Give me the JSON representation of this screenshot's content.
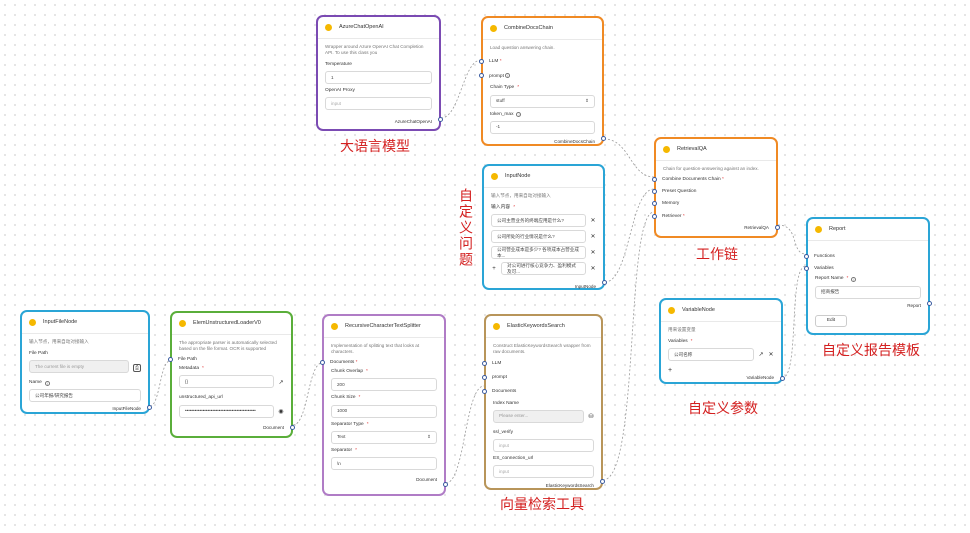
{
  "annotations": {
    "llm": "大语言模型",
    "custom_question": "自定义问题",
    "chain": "工作链",
    "report_template": "自定义报告模板",
    "custom_param": "自定义参数",
    "vector_tool": "向量检索工具"
  },
  "colors": {
    "azure": "#7b4bb3",
    "combine": "#f08a24",
    "input_node": "#2aa5d6",
    "retrieval": "#f08a24",
    "report": "#2aa5d6",
    "variable": "#2aa5d6",
    "input_file": "#2aa5d6",
    "elem": "#5aae3a",
    "splitter": "#b07cc6",
    "elastic": "#b8955a",
    "annotation": "#d42020",
    "dot": "#f5b800"
  },
  "azure": {
    "title": "AzureChatOpenAI",
    "desc": "Wrapper around Azure OpenAI Chat Completion API. To use this class you",
    "temperature_label": "Temperature",
    "temperature_value": "1",
    "proxy_label": "OpenAI Proxy",
    "proxy_placeholder": "input",
    "output": "AzureChatOpenAI"
  },
  "combine": {
    "title": "CombineDocsChain",
    "desc": "Load question answering chain.",
    "llm_label": "LLM",
    "prompt_label": "prompt",
    "chain_type_label": "Chain Type",
    "chain_type_value": "stuff",
    "token_max_label": "token_max",
    "token_max_value": "-1",
    "output": "CombineDocsChain"
  },
  "input_node": {
    "title": "InputNode",
    "desc": "输入节点，用来自动对接输入",
    "input_label": "输入内容",
    "items": [
      "公司主营业务的终端应用是什么?",
      "公司所处的行业情况是什么?",
      "公司营业成本是多少? 各项成本占营业成本...",
      "对公司进行核心竞争力、盈利模式及可..."
    ],
    "output": "InputNode"
  },
  "retrieval": {
    "title": "RetrievalQA",
    "desc": "Chain for question-answering against an index.",
    "ports": [
      "Combine Documents Chain",
      "Preset Question",
      "Memory",
      "Retriever"
    ],
    "output": "RetrievalQA"
  },
  "report": {
    "title": "Report",
    "ports": [
      "Functions",
      "Variables"
    ],
    "name_label": "Report Name",
    "name_value": "招商报告",
    "output": "Report",
    "edit_label": "Edit"
  },
  "variable": {
    "title": "VariableNode",
    "desc": "用来设置变量",
    "vars_label": "Variables",
    "var_value": "公司名称",
    "plus": "+",
    "output": "VariableNode"
  },
  "input_file": {
    "title": "InputFileNode",
    "desc": "输入节点，用来自动对接输入",
    "file_path_label": "File Path",
    "file_path_placeholder": "The current file is empty",
    "name_label": "Name",
    "name_value": "公司年报/研究报告",
    "output": "InputFileNode"
  },
  "elem": {
    "title": "ElemUnstructuredLoaderV0",
    "desc": "The appropriate parser is automatically selected based on the file format. OCR is supported",
    "file_path_label": "File Path",
    "metadata_label": "Metadata",
    "metadata_value": "{}",
    "api_label": "unstructured_api_url",
    "api_value": "••••••••••••••••••••••••••••••••••••••••••••",
    "output": "Document"
  },
  "splitter": {
    "title": "RecursiveCharacterTextSplitter",
    "desc": "Implementation of splitting text that looks at characters.",
    "documents_label": "Documents",
    "overlap_label": "Chunk Overlap",
    "overlap_value": "200",
    "size_label": "Chunk Size",
    "size_value": "1000",
    "sep_type_label": "Separator Type",
    "sep_type_value": "Text",
    "sep_label": "Separator",
    "sep_value": "\\n",
    "output": "Document"
  },
  "elastic": {
    "title": "ElasticKeywordsSearch",
    "desc": "Construct ElasticKeywordsSearch wrapper from raw documents.",
    "ports": [
      "LLM",
      "prompt",
      "Documents"
    ],
    "index_label": "Index Name",
    "index_placeholder": "Please enter...",
    "ssl_label": "ssl_verify",
    "ssl_placeholder": "input",
    "es_label": "ES_connection_url",
    "es_placeholder": "input",
    "output": "ElasticKeywordsSearch"
  }
}
